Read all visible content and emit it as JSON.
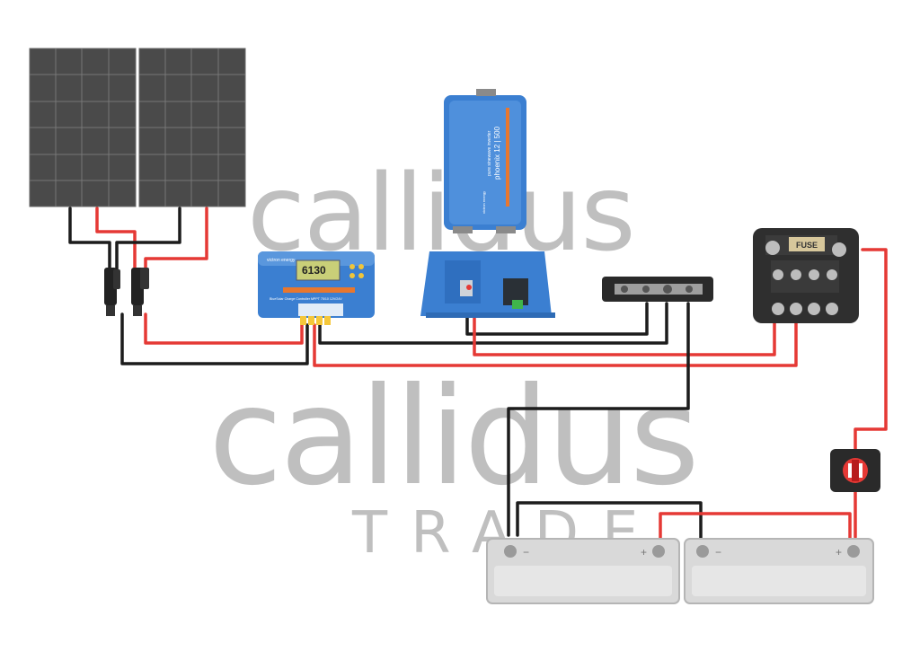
{
  "watermark": {
    "line1": "callidus",
    "line2": "callidus",
    "line3": "TRADE"
  },
  "mppt": {
    "brand": "victron energy",
    "display": "6130",
    "label": "BlueSolar Charge Controller MPPT 75/10 12V/24V"
  },
  "inverter": {
    "model": "phoenix 12 | 500",
    "subtitle": "pure sinewave inverter",
    "brand": "victron energy"
  },
  "fuse_holder": {
    "label": "FUSE"
  },
  "colors": {
    "positive_wire": "#e53935",
    "negative_wire": "#1c1c1c",
    "panel": "#4a4a4a",
    "panel_cell": "#555555",
    "victron_blue": "#3b7fd1",
    "battery": "#d9d9d9",
    "watermark_gray": "#9a9a9a",
    "watermark_accent": "#f2b34a"
  }
}
